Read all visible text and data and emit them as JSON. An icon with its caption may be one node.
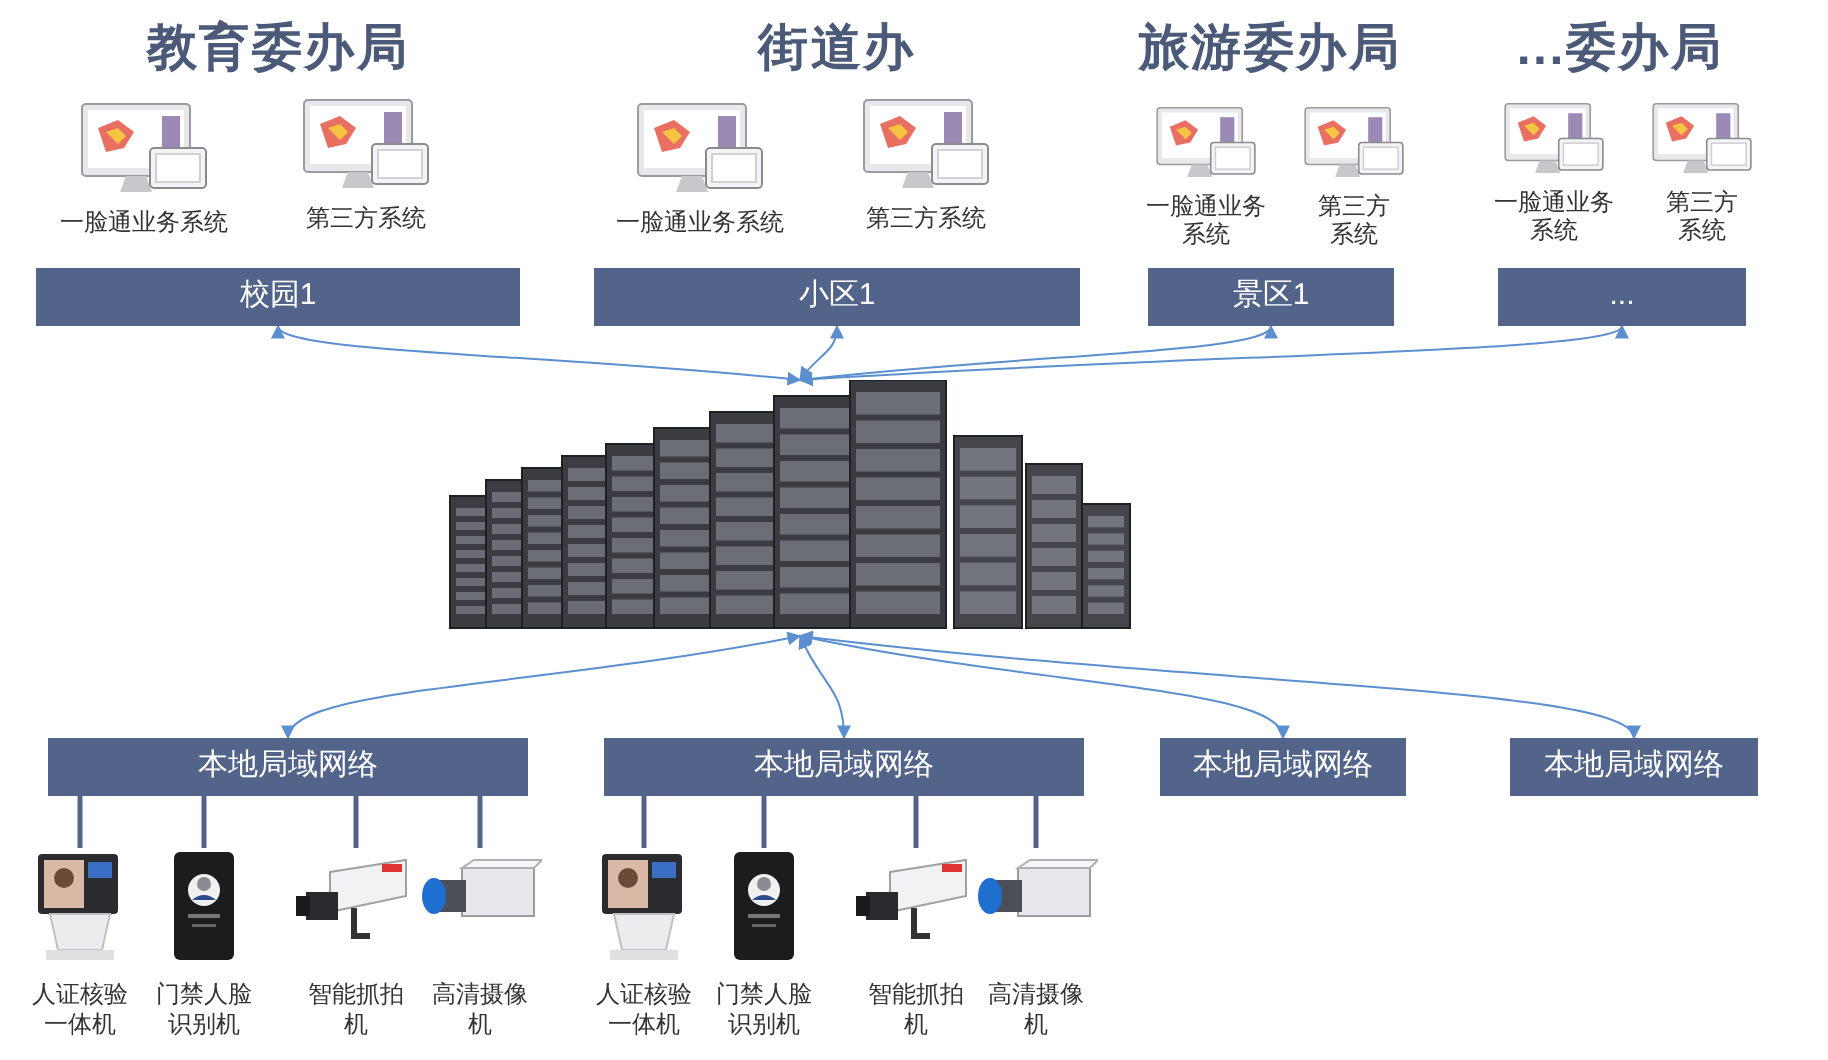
{
  "diagram": {
    "nodes": [
      {
        "text": [
          "一脸通业务系统"
        ]
      },
      {
        "text": [
          "第三方系统"
        ]
      },
      {
        "text": [
          "一脸通业务系统"
        ]
      },
      {
        "text": [
          "第三方系统"
        ]
      },
      {
        "text": [
          "一脸通业务系统"
        ]
      },
      {
        "text": [
          "第三方系统"
        ]
      },
      {
        "text": [
          "一脸通业务系统"
        ]
      },
      {
        "text": [
          "第三方系统"
        ]
      },
      {
        "text": [
          "校园1"
        ]
      },
      {
        "text": [
          "小区1"
        ]
      },
      {
        "text": [
          "景区1"
        ]
      },
      {
        "text": [
          "..."
        ]
      },
      {
        "text": [],
        "shape": "picture"
      },
      {
        "text": [
          "本地局域网络"
        ]
      },
      {
        "text": [
          "本地局域网络"
        ]
      },
      {
        "text": [
          "本地局域网络"
        ]
      },
      {
        "text": [
          "本地局域网络"
        ]
      },
      {
        "text": [
          "人证核验一体机"
        ]
      },
      {
        "text": [
          "门禁人脸识别机"
        ]
      },
      {
        "text": [
          "智能抓拍机"
        ]
      },
      {
        "text": [
          "高清摄像机"
        ]
      },
      {
        "text": [
          "人证核验一体机"
        ]
      },
      {
        "text": [
          "门禁人脸识别机"
        ]
      },
      {
        "text": [
          "智能抓拍机"
        ]
      },
      {
        "text": [
          "高清摄像机"
        ]
      }
    ],
    "edges": [
      {
        "from": 12,
        "to": 8,
        "arrow": "both"
      },
      {
        "from": 12,
        "to": 9,
        "arrow": "both"
      },
      {
        "from": 12,
        "to": 10,
        "arrow": "both"
      },
      {
        "from": 12,
        "to": 11,
        "arrow": "both"
      },
      {
        "from": 12,
        "to": 13,
        "arrow": "both"
      },
      {
        "from": 12,
        "to": 14,
        "arrow": "both"
      },
      {
        "from": 12,
        "to": 15,
        "arrow": "both"
      },
      {
        "from": 12,
        "to": 16,
        "arrow": "both"
      },
      {
        "from": 13,
        "to": 17,
        "arrow": "none",
        "style": "thick",
        "color": "#53648a"
      },
      {
        "from": 13,
        "to": 18,
        "arrow": "none",
        "style": "thick",
        "color": "#53648a"
      },
      {
        "from": 13,
        "to": 19,
        "arrow": "none",
        "style": "thick",
        "color": "#53648a"
      },
      {
        "from": 13,
        "to": 20,
        "arrow": "none",
        "style": "thick",
        "color": "#53648a"
      },
      {
        "from": 14,
        "to": 21,
        "arrow": "none",
        "style": "thick",
        "color": "#53648a"
      },
      {
        "from": 14,
        "to": 22,
        "arrow": "none",
        "style": "thick",
        "color": "#53648a"
      },
      {
        "from": 14,
        "to": 23,
        "arrow": "none",
        "style": "thick",
        "color": "#53648a"
      },
      {
        "from": 14,
        "to": 24,
        "arrow": "none",
        "style": "thick",
        "color": "#53648a"
      }
    ],
    "labels": [
      "教育委办局",
      "街道办",
      "旅游委办局",
      "...委办局"
    ]
  }
}
